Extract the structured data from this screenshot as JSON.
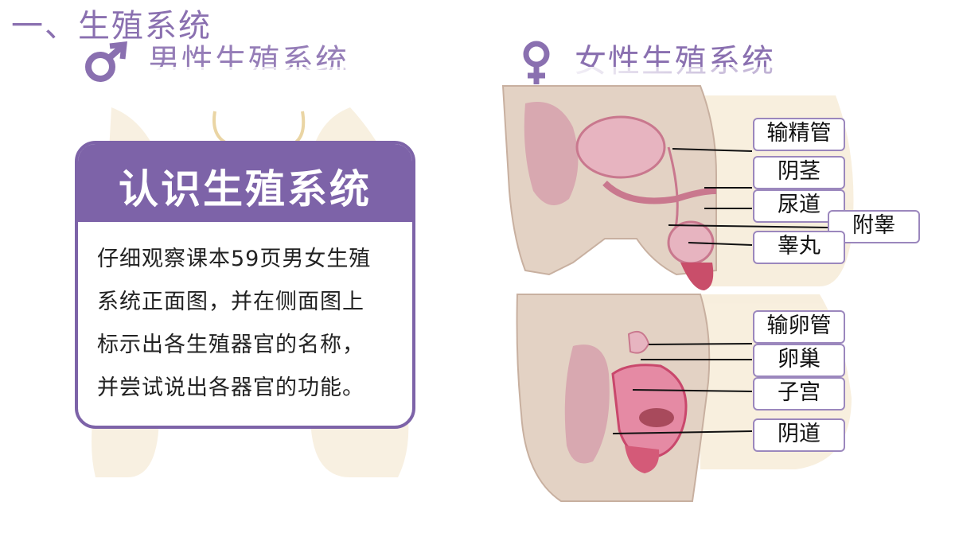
{
  "slide": {
    "title": "一、生殖系统"
  },
  "male": {
    "heading": "男性生殖系统"
  },
  "female": {
    "heading": "女性生殖系统"
  },
  "card": {
    "title": "认识生殖系统",
    "lines": [
      "仔细观察课本59页男女生殖",
      "系统正面图，并在侧面图上",
      "标示出各生殖器官的名称，",
      "并尝试说出各器官的功能。"
    ]
  },
  "labels": {
    "vas_deferens": "输精管",
    "penis": "阴茎",
    "urethra": "尿道",
    "epididymis": "附睾",
    "testis": "睾丸",
    "oviduct": "输卵管",
    "ovary": "卵巢",
    "uterus": "子宫",
    "vagina": "阴道"
  },
  "colors": {
    "accent": "#7d63a8",
    "heading": "#8a70b0",
    "skin": "#e8d6c4",
    "organ": "#d9658a"
  },
  "icons": [
    "male-symbol-icon",
    "female-symbol-icon"
  ]
}
